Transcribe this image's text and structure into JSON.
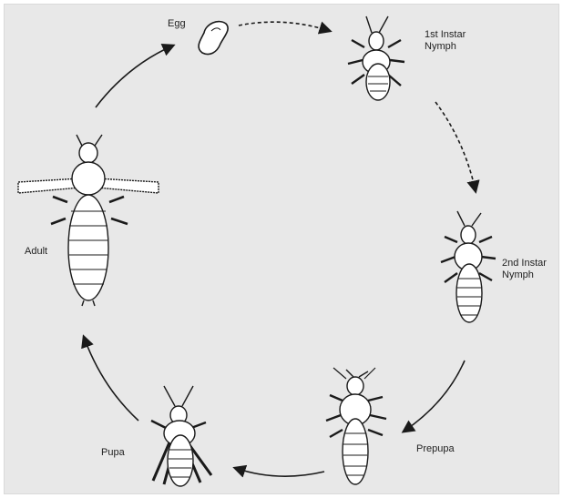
{
  "colors": {
    "background": "#e8e8e8",
    "ink": "#1a1a1a",
    "body_fill": "#ffffff"
  },
  "stages": [
    {
      "label": "Egg"
    },
    {
      "label": "1st Instar\nNymph"
    },
    {
      "label": "2nd Instar\nNymph"
    },
    {
      "label": "Prepupa"
    },
    {
      "label": "Pupa"
    },
    {
      "label": "Adult"
    }
  ]
}
